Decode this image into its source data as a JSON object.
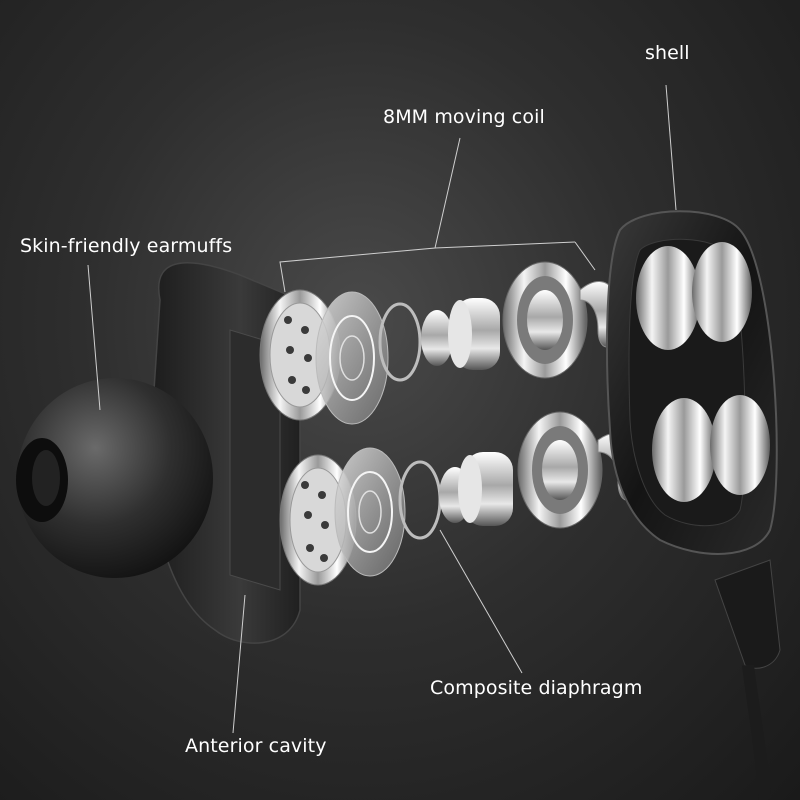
{
  "labels": {
    "shell": "shell",
    "moving_coil": "8MM moving coil",
    "earmuffs": "Skin-friendly earmuffs",
    "diaphragm": "Composite diaphragm",
    "anterior_cavity": "Anterior cavity"
  },
  "colors": {
    "background": "#2a2a2a",
    "label_text": "#ffffff",
    "leader_line": "#cfcfcf",
    "metal_light": "#f2f2f2",
    "metal_dark": "#5a5a5a",
    "housing": "#151515"
  }
}
